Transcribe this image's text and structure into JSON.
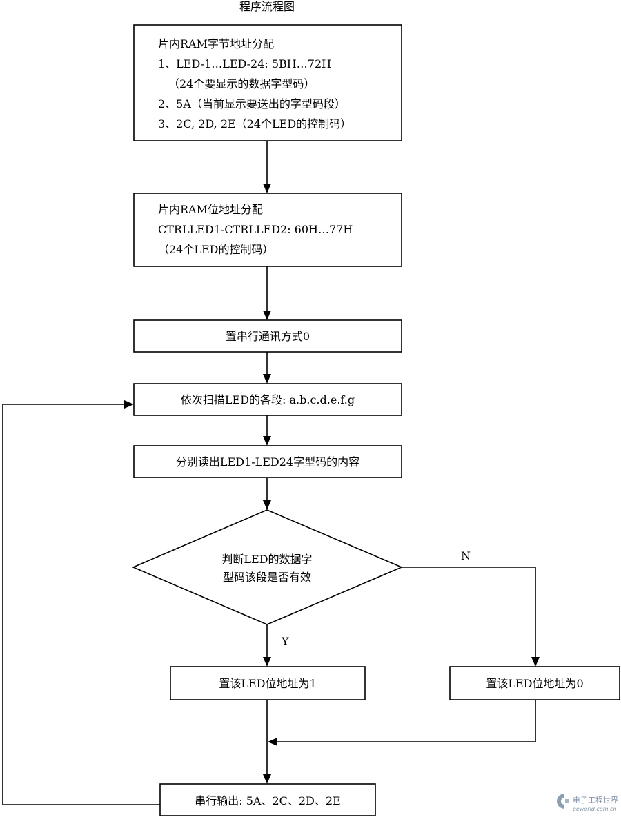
{
  "title": "程序流程图",
  "boxes": {
    "ram_byte": {
      "lines": [
        "片内RAM字节地址分配",
        "1、LED-1…LED-24:  5BH…72H",
        "（24个要显示的数据字型码）",
        "2、5A（当前显示要送出的字型码段）",
        "3、2C, 2D, 2E（24个LED的控制码）"
      ]
    },
    "ram_bit": {
      "lines": [
        "片内RAM位地址分配",
        "CTRLLED1-CTRLLED2:  60H…77H",
        "（24个LED的控制码）"
      ]
    },
    "serial_mode": "置串行通讯方式0",
    "scan_segments": "依次扫描LED的各段: a.b.c.d.e.f.g",
    "read_codes": "分别读出LED1-LED24字型码的内容",
    "decision": [
      "判断LED的数据字",
      "型码该段是否有效"
    ],
    "set_bit_1": "置该LED位地址为1",
    "set_bit_0": "置该LED位地址为0",
    "serial_output": "串行输出: 5A、2C、2D、2E"
  },
  "labels": {
    "yes": "Y",
    "no": "N"
  },
  "watermark": {
    "text": "电子工程世界",
    "site": "eeworld.com.cn"
  }
}
